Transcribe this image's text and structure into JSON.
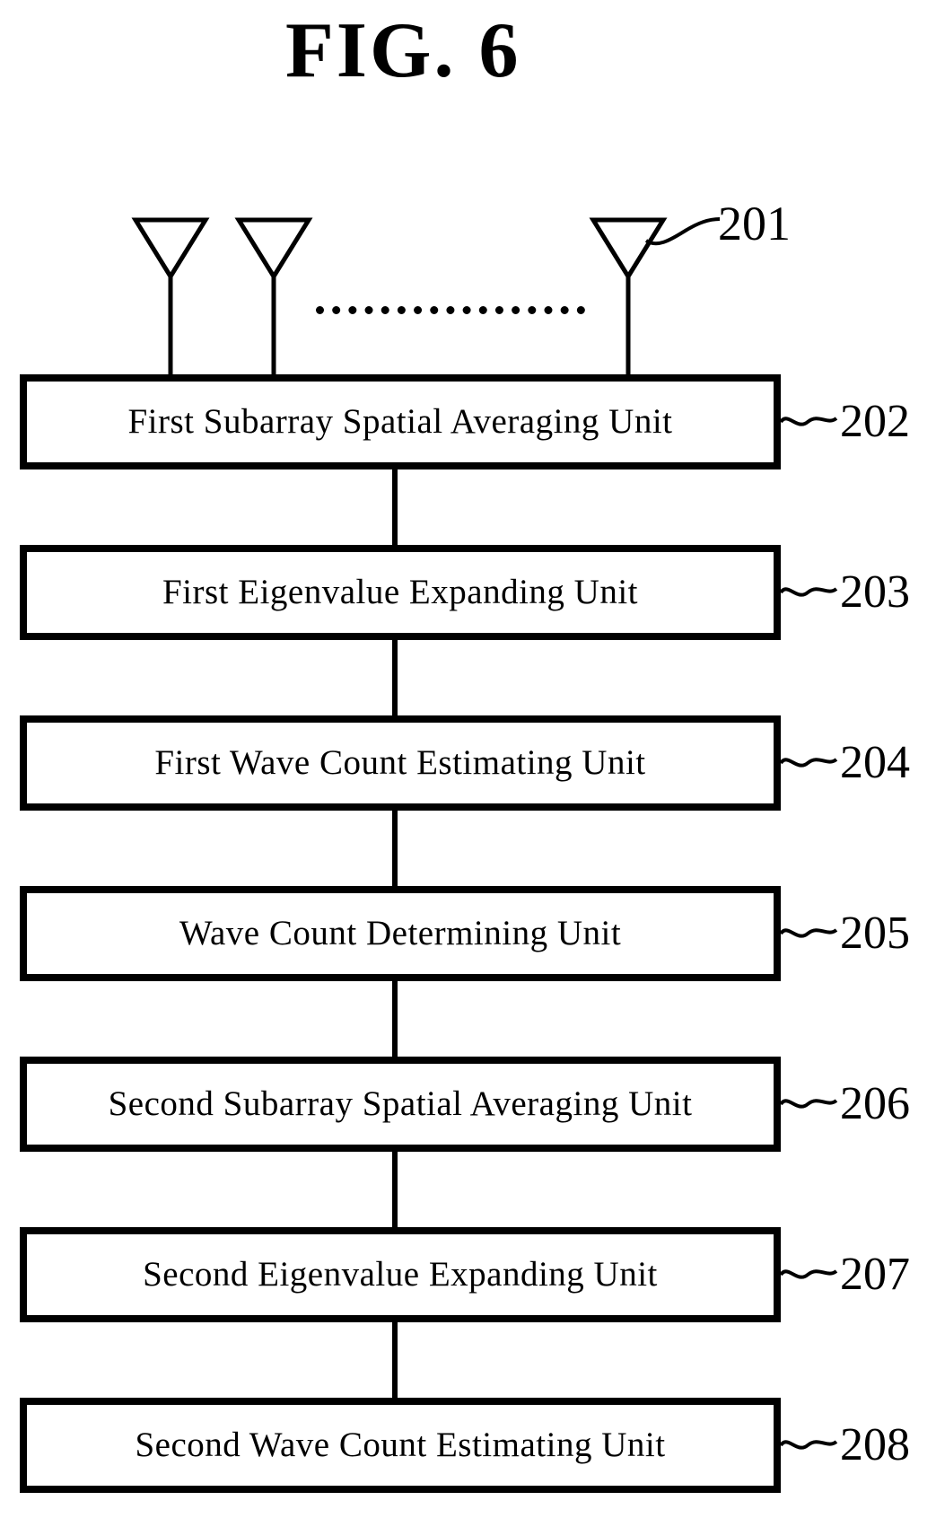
{
  "figure_label": "FIG. 6",
  "antenna": {
    "ref": "201",
    "count_shown": 3,
    "ellipsis": "dotted line between second and last antenna"
  },
  "units": [
    {
      "label": "First Subarray Spatial Averaging Unit",
      "ref": "202"
    },
    {
      "label": "First Eigenvalue Expanding Unit",
      "ref": "203"
    },
    {
      "label": "First Wave Count Estimating Unit",
      "ref": "204"
    },
    {
      "label": "Wave Count Determining Unit",
      "ref": "205"
    },
    {
      "label": "Second Subarray Spatial Averaging Unit",
      "ref": "206"
    },
    {
      "label": "Second Eigenvalue Expanding Unit",
      "ref": "207"
    },
    {
      "label": "Second Wave Count Estimating Unit",
      "ref": "208"
    }
  ],
  "colors": {
    "ink": "#000000",
    "background": "#ffffff"
  }
}
